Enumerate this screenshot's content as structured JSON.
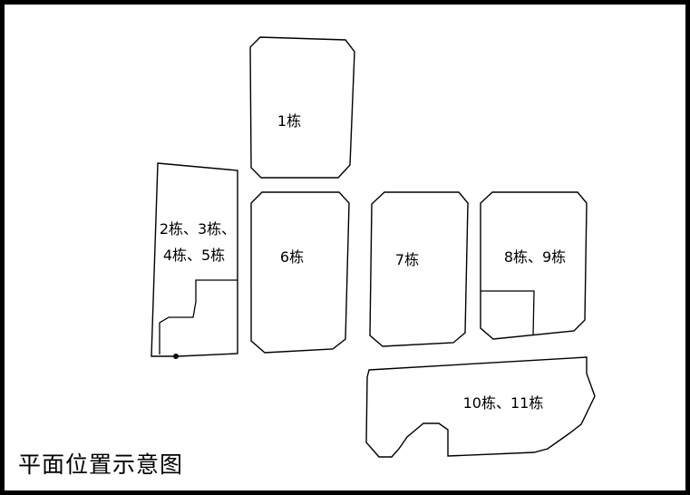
{
  "diagram": {
    "title": "平面位置示意图",
    "buildings": {
      "b1": "1栋",
      "b2345_line1": "2栋、3栋、",
      "b2345_line2": "4栋、5栋",
      "b6": "6栋",
      "b7": "7栋",
      "b89": "8栋、9栋",
      "b1011": "10栋、11栋"
    },
    "colors": {
      "line": "#000000",
      "background": "#ffffff"
    }
  }
}
